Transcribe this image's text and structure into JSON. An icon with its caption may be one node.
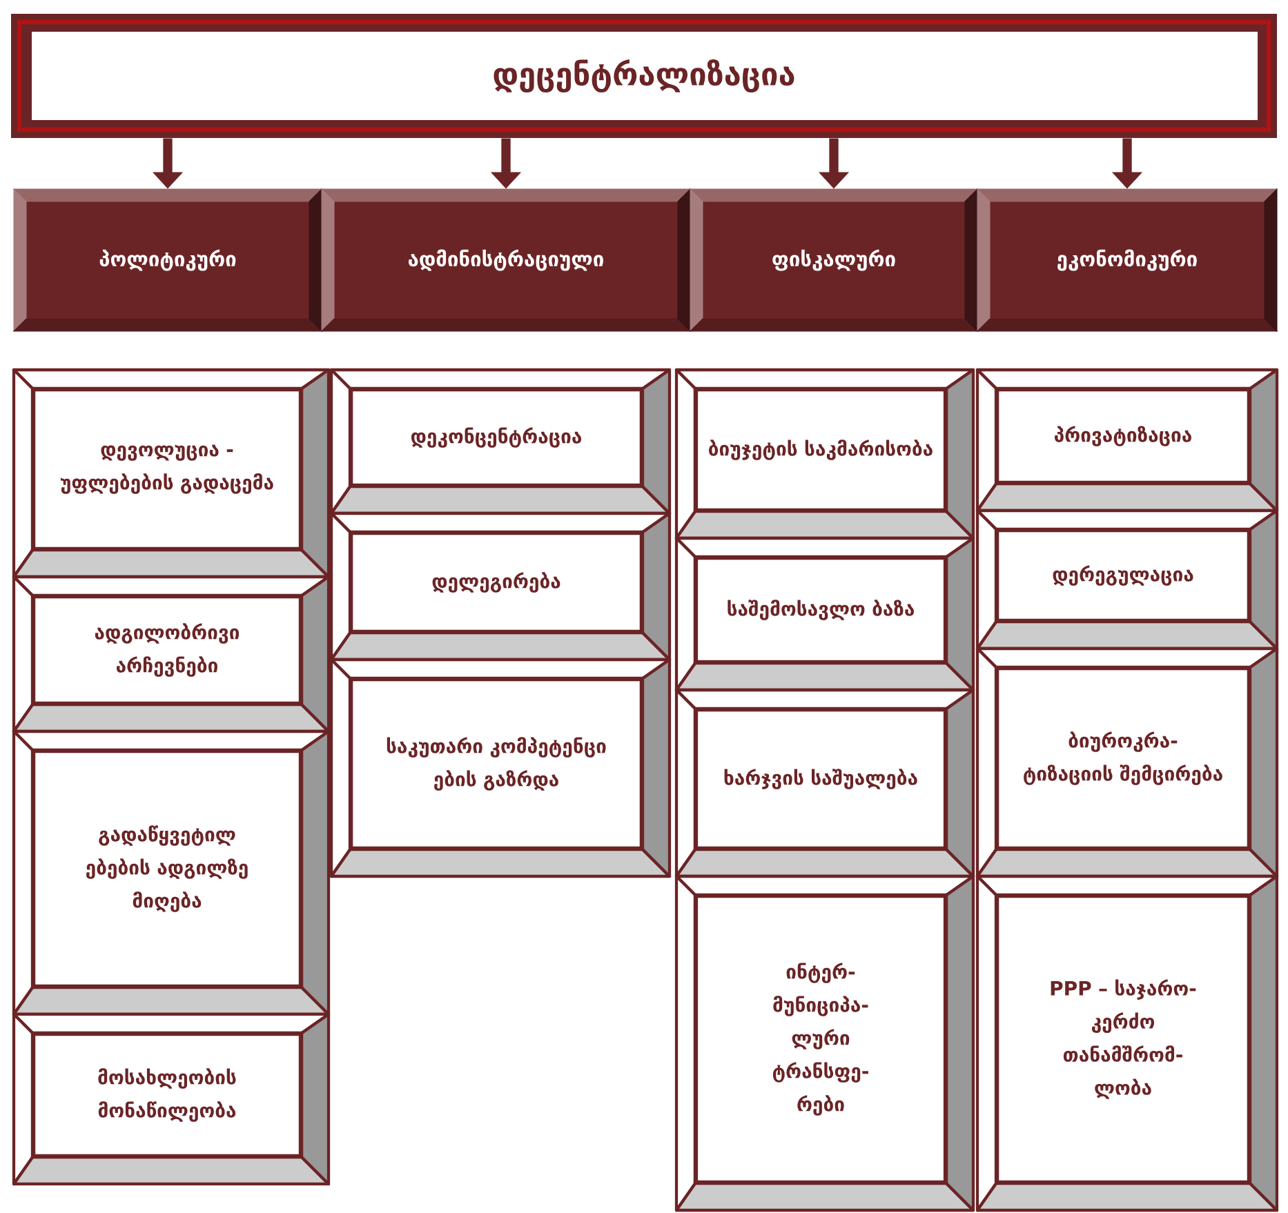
{
  "diagram": {
    "nodes": [
      {
        "text": [
          "დეცენტრალიზაცია"
        ]
      },
      {
        "text": [
          "პოლიტიკური"
        ]
      },
      {
        "text": [
          "ადმინისტრაციული"
        ]
      },
      {
        "text": [
          "ფისკალური"
        ]
      },
      {
        "text": [
          "ეკონომიკური"
        ]
      },
      {
        "text": [
          "დევოლუცია - უფლებების გადაცემა"
        ]
      },
      {
        "text": [
          "ადგილობრივი არჩევნები"
        ]
      },
      {
        "text": [
          "გადაწყვეტილ ებების ადგილზე მიღება"
        ]
      },
      {
        "text": [
          "მოსახლეობის მონაწილეობა"
        ]
      },
      {
        "text": [
          "დეკონცენტრაცია"
        ]
      },
      {
        "text": [
          "დელეგირება"
        ]
      },
      {
        "text": [
          "საკუთარი კომპეტენცი ების გაზრდა"
        ]
      },
      {
        "text": [
          "ბიუჯეტის საკმარისობა"
        ]
      },
      {
        "text": [
          "საშემოსავლო ბაზა"
        ]
      },
      {
        "text": [
          "ხარჯვის საშუალება"
        ]
      },
      {
        "text": [
          "ინტერ- მუნიციპა- ლური ტრანსფე- რები"
        ]
      },
      {
        "text": [
          "პრივატიზაცია"
        ]
      },
      {
        "text": [
          "დერეგულაცია"
        ]
      },
      {
        "text": [
          "ბიუროკრა- ტიზაციის შემცირება"
        ]
      },
      {
        "text": [
          "PPP – საჯარო- კერძო თანამშრომ- ლობა"
        ]
      }
    ],
    "edges": [
      {
        "from": 0,
        "to": 1,
        "arrow": "to"
      },
      {
        "from": 0,
        "to": 2,
        "arrow": "to"
      },
      {
        "from": 0,
        "to": 3,
        "arrow": "to"
      },
      {
        "from": 0,
        "to": 4,
        "arrow": "to"
      }
    ]
  }
}
